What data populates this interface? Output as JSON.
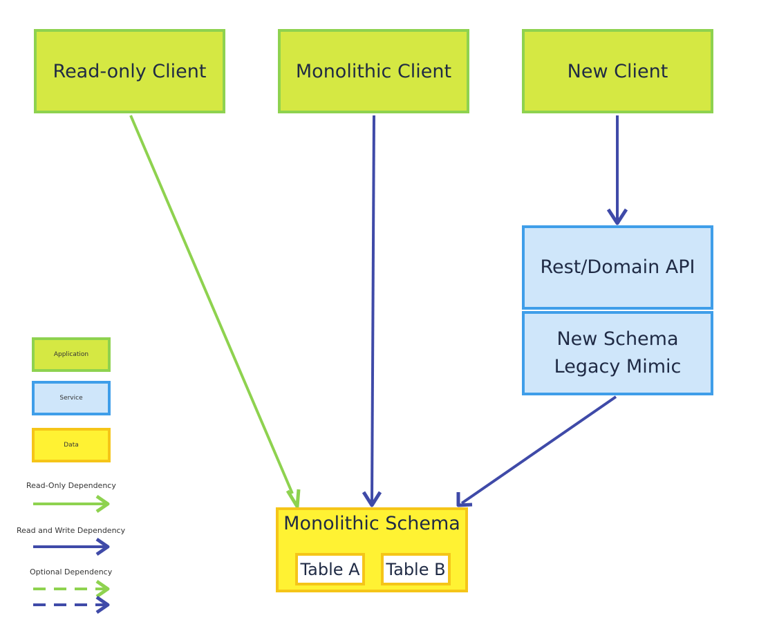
{
  "nodes": {
    "read_only_client": "Read-only Client",
    "monolithic_client": "Monolithic Client",
    "new_client": "New Client",
    "rest_domain_api": "Rest/Domain API",
    "new_schema_line1": "New Schema",
    "new_schema_line2": "Legacy Mimic",
    "monolithic_schema": "Monolithic Schema",
    "table_a": "Table A",
    "table_b": "Table B"
  },
  "legend": {
    "application": "Application",
    "service": "Service",
    "data": "Data",
    "read_only": "Read-Only Dependency",
    "read_write": "Read and Write Dependency",
    "optional": "Optional Dependency"
  },
  "colors": {
    "application_fill": "#d5e843",
    "application_border": "#8ed24f",
    "service_fill": "#cfe6fa",
    "service_border": "#3f9ee9",
    "data_fill": "#fff233",
    "data_border": "#f5c518",
    "read_only_arrow": "#8ed24f",
    "read_write_arrow": "#3f4aa8"
  }
}
